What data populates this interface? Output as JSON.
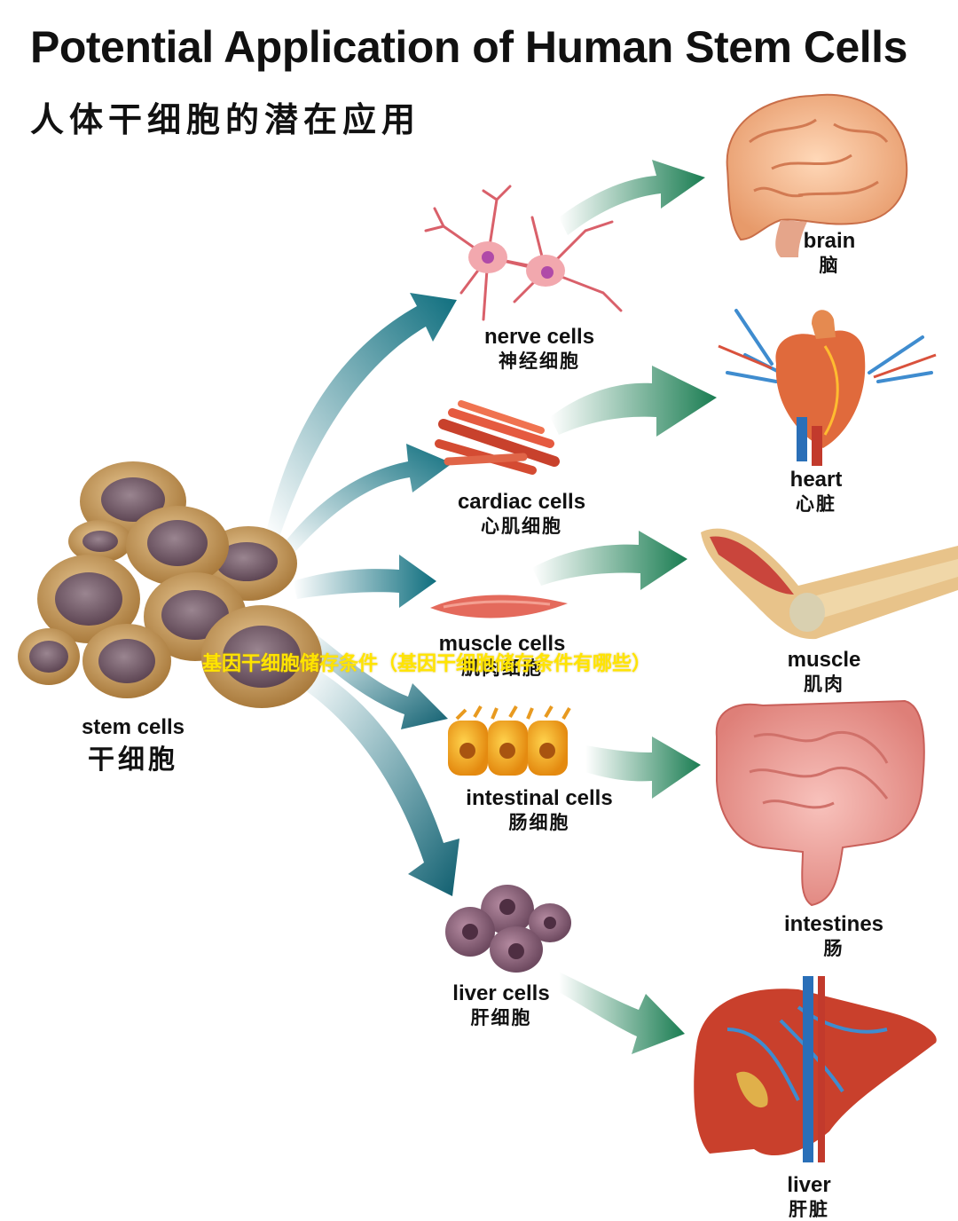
{
  "header": {
    "title": "Potential Application of Human Stem Cells",
    "subtitle": "人体干细胞的潜在应用"
  },
  "overlay_text": "基因干细胞储存条件（基因干细胞储存条件有哪些）",
  "source": {
    "en": "stem cells",
    "zh": "干细胞"
  },
  "cells": [
    {
      "en": "nerve cells",
      "zh": "神经细胞"
    },
    {
      "en": "cardiac cells",
      "zh": "心肌细胞"
    },
    {
      "en": "muscle cells",
      "zh": "肌肉细胞"
    },
    {
      "en": "intestinal cells",
      "zh": "肠细胞"
    },
    {
      "en": "liver cells",
      "zh": "肝细胞"
    }
  ],
  "organs": [
    {
      "en": "brain",
      "zh": "脑"
    },
    {
      "en": "heart",
      "zh": "心脏"
    },
    {
      "en": "muscle",
      "zh": "肌肉"
    },
    {
      "en": "intestines",
      "zh": "肠"
    },
    {
      "en": "liver",
      "zh": "肝脏"
    }
  ],
  "colors": {
    "arrow_left": "#0e6e7e",
    "arrow_right": "#1a7d52",
    "stem_cell": "#c79a58",
    "stem_nucleus": "#7d6470",
    "organ_red": "#d9513c"
  }
}
